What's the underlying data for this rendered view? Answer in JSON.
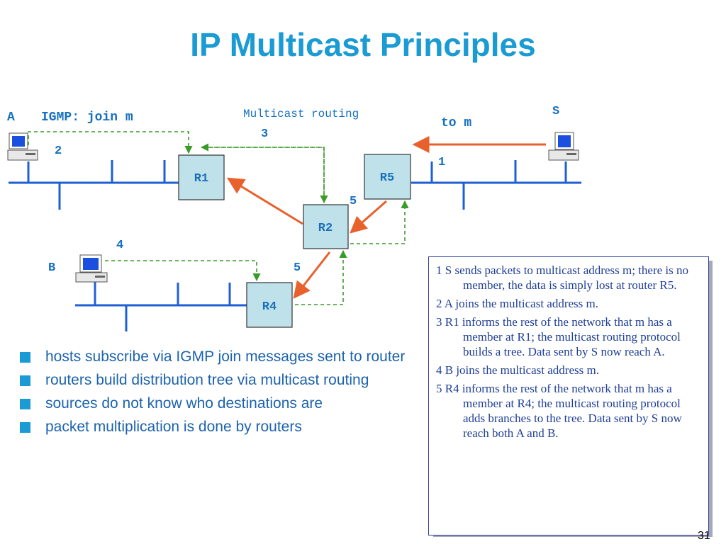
{
  "slide": {
    "title": "IP Multicast Principles",
    "number": "31"
  },
  "diagram": {
    "hosts": {
      "a": "A",
      "b": "B",
      "s": "S"
    },
    "labels": {
      "igmp_join": "IGMP: join m",
      "multicast_routing": "Multicast routing",
      "to_m": "to m"
    },
    "steps": {
      "s1": "1",
      "s2": "2",
      "s3": "3",
      "s4": "4",
      "s5a": "5",
      "s5b": "5"
    },
    "routers": {
      "r1": "R1",
      "r2": "R2",
      "r4": "R4",
      "r5": "R5"
    },
    "colors": {
      "lan": "#1f5fd6",
      "data_arrow": "#e8612c",
      "control_arrow": "#3a9a2a",
      "router_fill": "#bfe2ea"
    }
  },
  "bullets": [
    "hosts subscribe via IGMP join messages sent to router",
    "routers build distribution tree via multicast routing",
    "sources do not know who destinations are",
    "packet multiplication is done by routers"
  ],
  "notes": [
    "1 S sends packets to multicast address m; there is no member, the data is simply lost at router R5.",
    "2 A joins the multicast address m.",
    "3 R1 informs the rest of the network that m has a member at R1; the multicast routing protocol builds a tree. Data sent by S now reach A.",
    "4 B joins the multicast address m.",
    "5 R4 informs the rest of the network that m has a member at R4; the multicast routing protocol adds branches to the tree. Data sent by S now reach both A and B."
  ]
}
